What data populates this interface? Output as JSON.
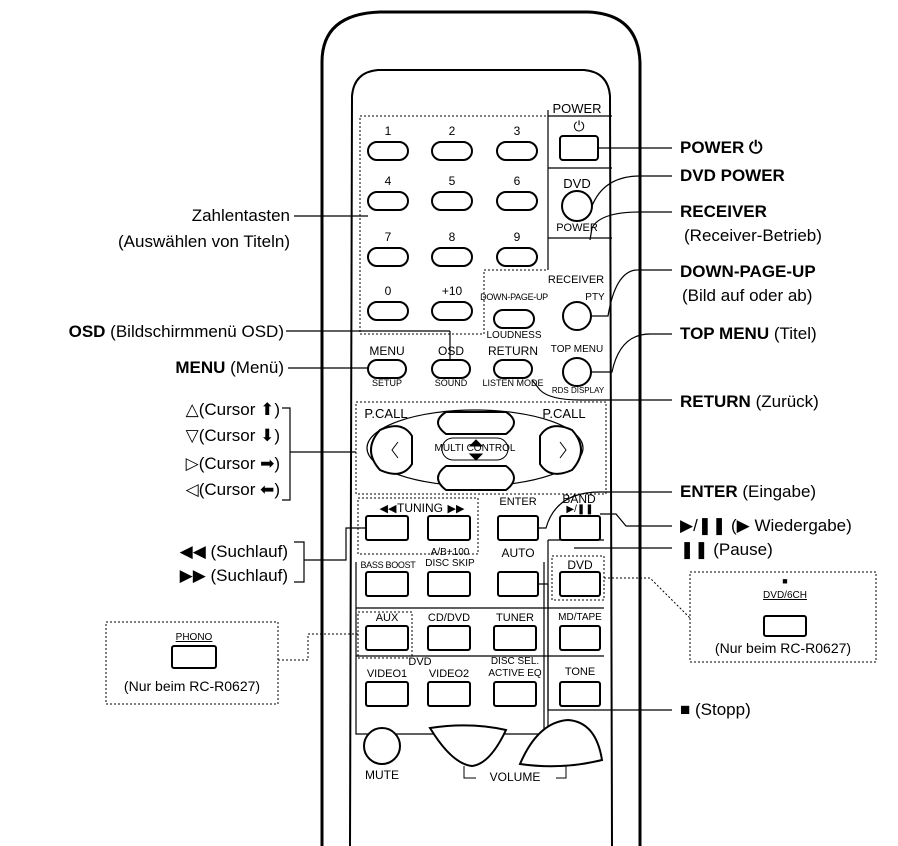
{
  "remote": {
    "keys": {
      "power": "POWER",
      "power_symbol": "⏻",
      "num": [
        "1",
        "2",
        "3",
        "4",
        "5",
        "6",
        "7",
        "8",
        "9",
        "0",
        "+10"
      ],
      "dvd_top": "DVD",
      "dvd_power": "POWER",
      "receiver": "RECEIVER",
      "down_page_up": "DOWN-PAGE-UP",
      "pty": "PTY",
      "loudness": "LOUDNESS",
      "top_menu": "TOP MENU",
      "menu": "MENU",
      "setup": "SETUP",
      "osd": "OSD",
      "sound": "SOUND",
      "return": "RETURN",
      "listen_mode": "LISTEN MODE",
      "rds_display": "RDS DISPLAY",
      "pcall_left": "P.CALL",
      "pcall_right": "P.CALL",
      "multi_control": "MULTI CONTROL",
      "tuning": "TUNING",
      "tuning_rew": "◀◀",
      "tuning_ff": "▶▶",
      "enter": "ENTER",
      "band": "BAND",
      "play_pause": "▶/❚❚",
      "bass_boost": "BASS BOOST",
      "ab100": "A/B+100",
      "disc_skip": "DISC SKIP",
      "auto": "AUTO",
      "dvd": "DVD",
      "aux": "AUX",
      "cd_dvd": "CD/DVD",
      "tuner": "TUNER",
      "md_tape": "MD/TAPE",
      "dvd_label": "DVD",
      "video1": "VIDEO1",
      "video2": "VIDEO2",
      "disc_sel": "DISC SEL.",
      "active_eq": "ACTIVE EQ",
      "tone": "TONE",
      "mute": "MUTE",
      "volume": "VOLUME"
    }
  },
  "callouts_left": {
    "zahlentasten": "Zahlentasten",
    "zahlentasten_sub": "(Auswählen von Titeln)",
    "osd_bold": "OSD",
    "osd_text": " (Bildschirmmenü OSD)",
    "menu_bold": "MENU",
    "menu_text": " (Menü)",
    "cursor_up": "△(Cursor ⬆)",
    "cursor_down": "▽(Cursor ⬇)",
    "cursor_right": "▷(Cursor ➡)",
    "cursor_left": "◁(Cursor ⬅)",
    "search_rew": "◀◀ (Suchlauf)",
    "search_ff": "▶▶ (Suchlauf)"
  },
  "callouts_right": {
    "power": "POWER ⏻",
    "dvd_power": "DVD POWER",
    "receiver": "RECEIVER",
    "receiver_sub": "(Receiver-Betrieb)",
    "down_page_up": "DOWN-PAGE-UP",
    "down_page_up_sub": "(Bild auf oder ab)",
    "top_menu_bold": "TOP MENU",
    "top_menu_text": " (Titel)",
    "return_bold": "RETURN",
    "return_text": " (Zurück)",
    "enter_bold": "ENTER",
    "enter_text": " (Eingabe)",
    "play_pause": "▶/❚❚ (▶ Wiedergabe)",
    "pause": "❚❚ (Pause)",
    "stop": "■ (Stopp)"
  },
  "insets": {
    "phono_key": "PHONO",
    "phono_note": "(Nur beim RC-R0627)",
    "dvd6ch_stop": "■",
    "dvd6ch_key": "DVD/6CH",
    "dvd6ch_note": "(Nur beim RC-R0627)"
  }
}
